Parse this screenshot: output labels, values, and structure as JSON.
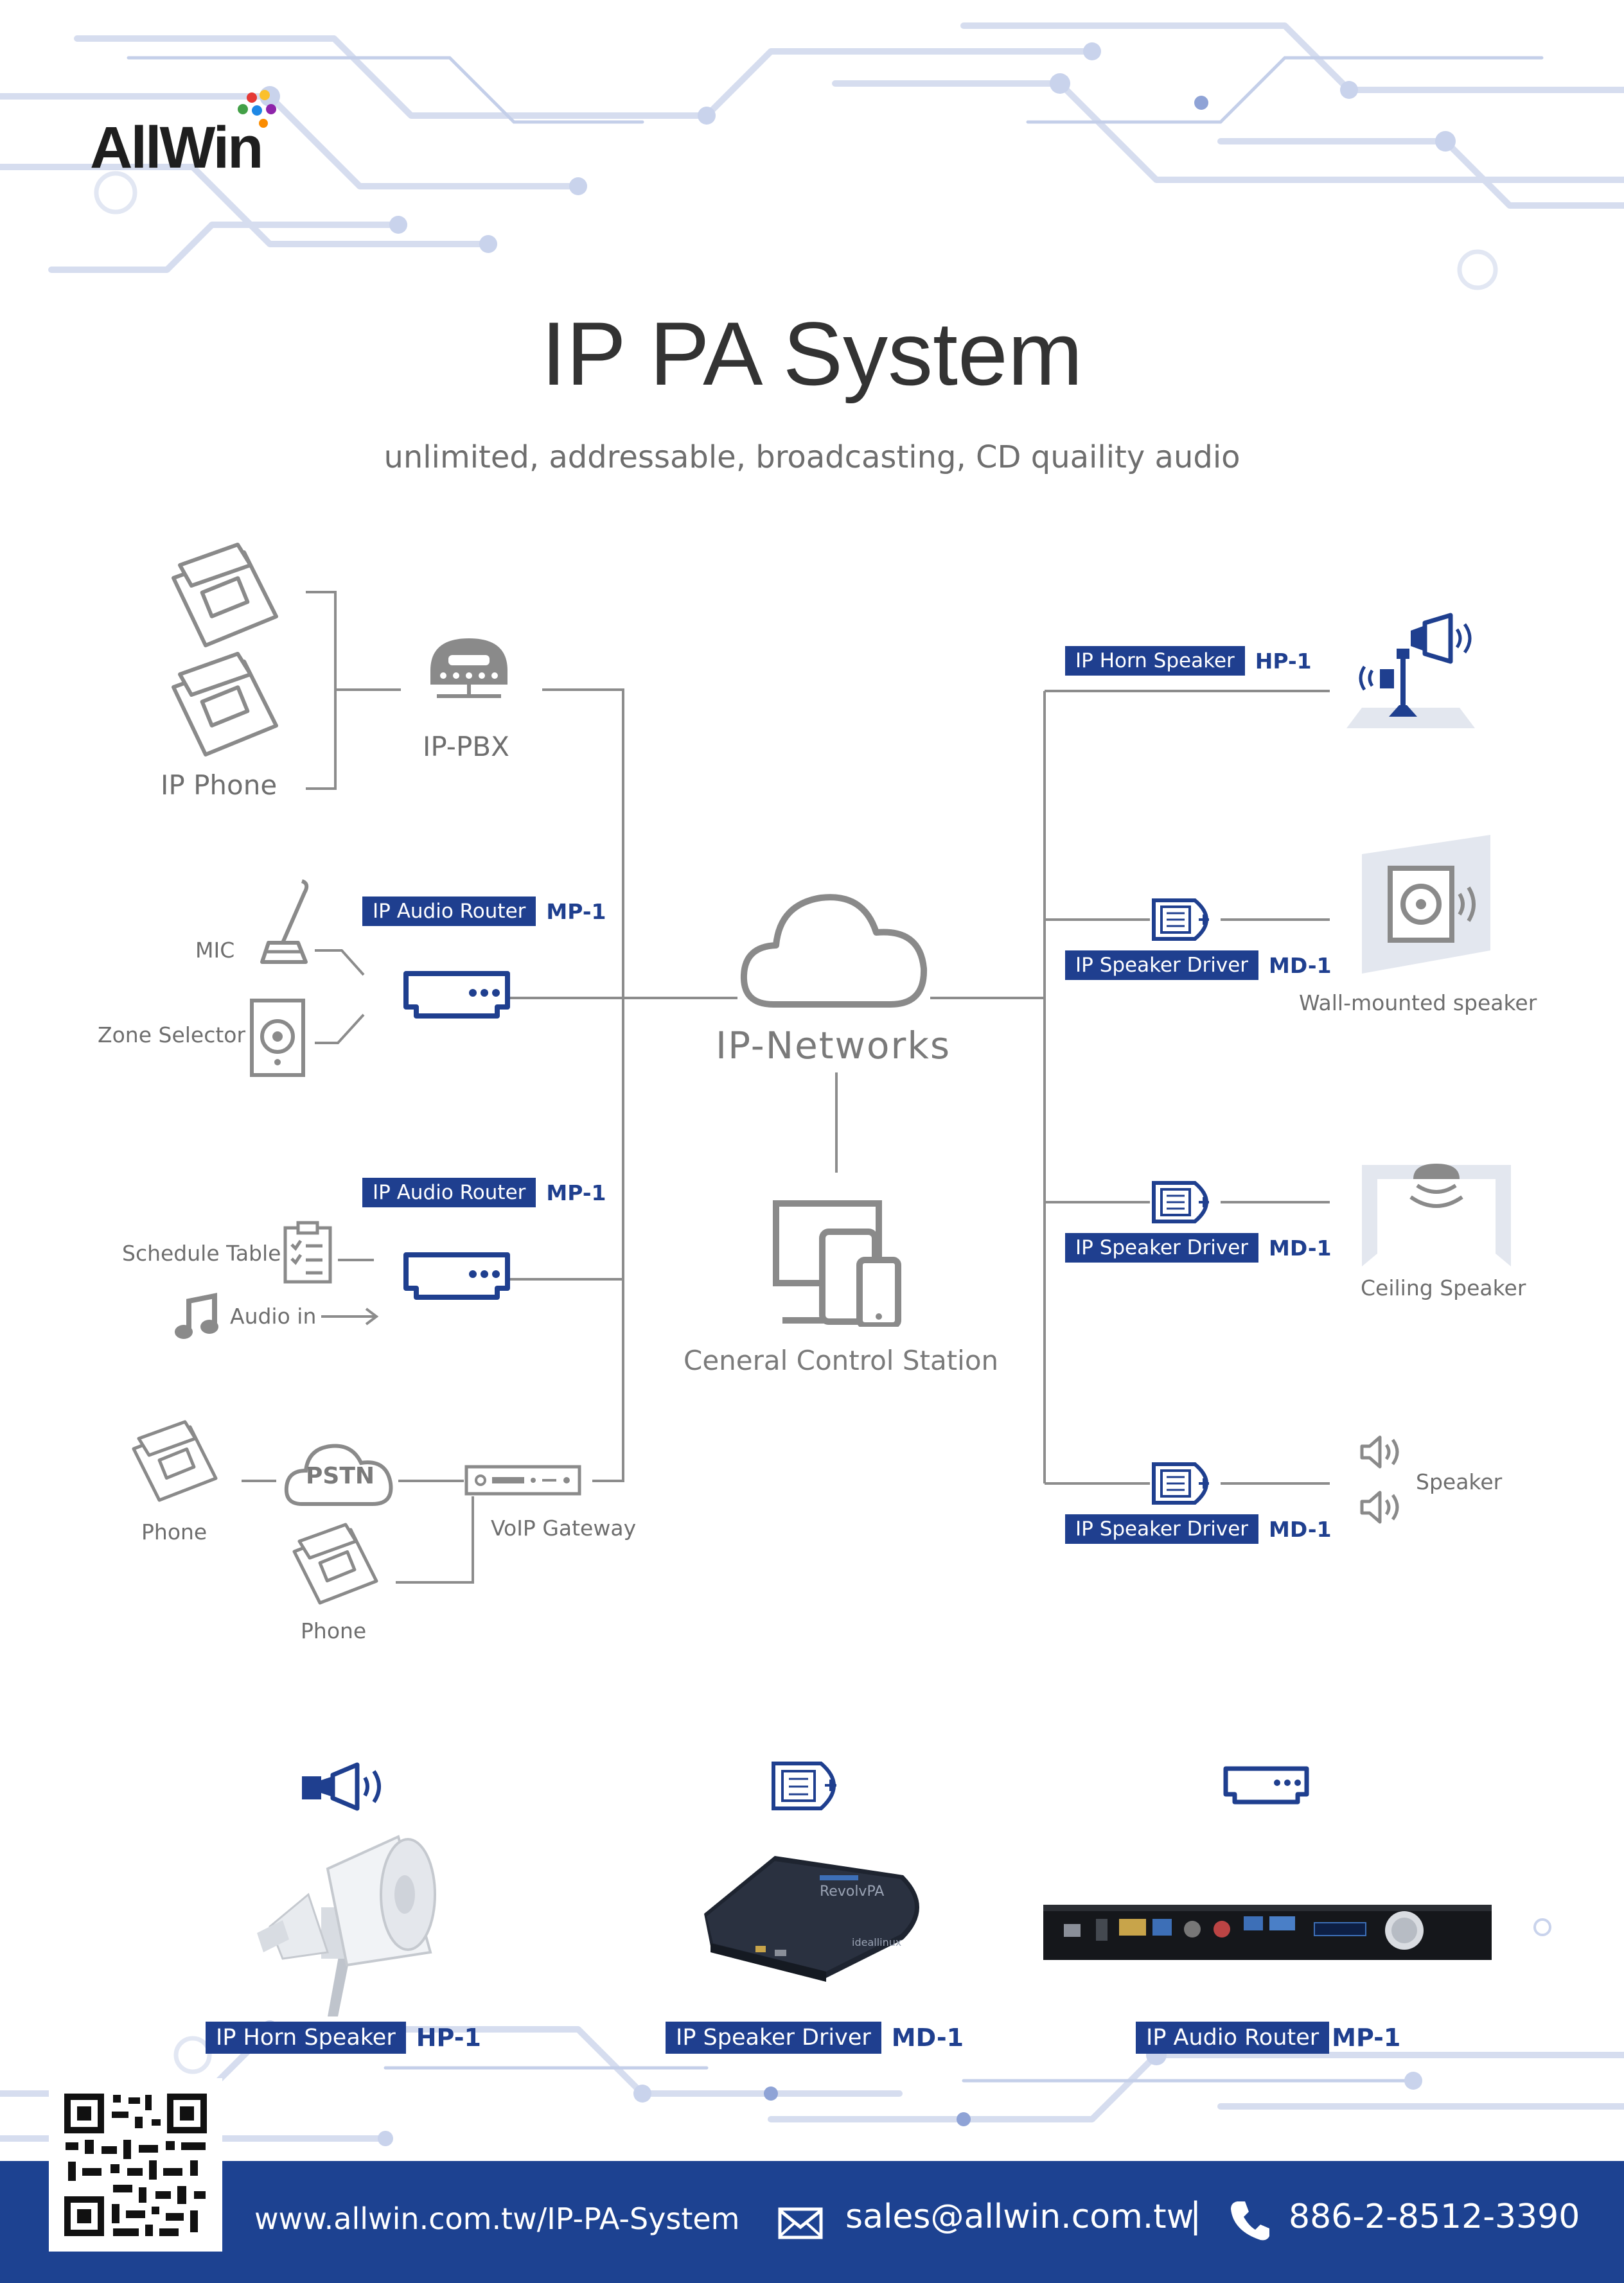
{
  "header": {
    "logo_text": "AllWin",
    "title": "IP PA System",
    "subtitle": "unlimited, addressable, broadcasting, CD quaility audio"
  },
  "diagram": {
    "left": {
      "ip_phone": "IP Phone",
      "ip_pbx": "IP-PBX",
      "router1": {
        "name": "IP Audio Router",
        "model": "MP-1"
      },
      "mic": "MIC",
      "zone_selector": "Zone Selector",
      "router2": {
        "name": "IP Audio Router",
        "model": "MP-1"
      },
      "schedule_table": "Schedule Table",
      "audio_in": "Audio in",
      "pstn": "PSTN",
      "phone1": "Phone",
      "phone2": "Phone",
      "voip_gateway": "VoIP Gateway"
    },
    "center": {
      "network": "IP-Networks",
      "control": "Ceneral Control Station"
    },
    "right": {
      "horn": {
        "name": "IP Horn Speaker",
        "model": "HP-1"
      },
      "driver1": {
        "name": "IP Speaker Driver",
        "model": "MD-1"
      },
      "wall_speaker": "Wall-mounted speaker",
      "driver2": {
        "name": "IP Speaker Driver",
        "model": "MD-1"
      },
      "ceiling_speaker": "Ceiling Speaker",
      "driver3": {
        "name": "IP Speaker Driver",
        "model": "MD-1"
      },
      "speaker": "Speaker"
    }
  },
  "products": [
    {
      "name": "IP Horn Speaker",
      "model": "HP-1"
    },
    {
      "name": "IP Speaker Driver",
      "model": "MD-1"
    },
    {
      "name": "IP Audio Router",
      "model": "MP-1"
    }
  ],
  "device_print": {
    "driver_logo": "RevolvPA",
    "driver_brand": "ideallinux"
  },
  "footer": {
    "url": "www.allwin.com.tw/IP-PA-System",
    "email": "sales@allwin.com.tw",
    "separator": "|",
    "phone": "886-2-8512-3390"
  },
  "colors": {
    "brand_blue": "#1f3f8f",
    "footer_blue": "#1d4291",
    "line_gray": "#8c8c8c",
    "icon_gray": "#8a8a8a"
  }
}
